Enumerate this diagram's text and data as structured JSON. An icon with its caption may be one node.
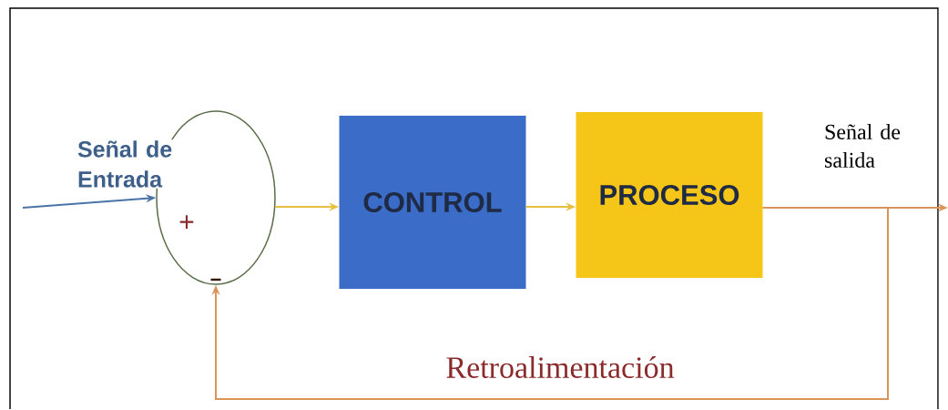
{
  "diagram": {
    "nodes": [
      {
        "text": [
          "+",
          "−"
        ]
      },
      {
        "text": [
          "CONTROL"
        ]
      },
      {
        "text": [
          "PROCESO"
        ]
      }
    ],
    "edges": [
      {
        "from": null,
        "to": 0,
        "arrow": "to",
        "label": "Señal de Entrada",
        "color": "#4a74a8"
      },
      {
        "from": 0,
        "to": 1,
        "arrow": "to",
        "color": "#e8c040"
      },
      {
        "from": 1,
        "to": 2,
        "arrow": "to",
        "color": "#e8c040"
      },
      {
        "from": 2,
        "to": null,
        "arrow": "to",
        "label": "Señal de salida",
        "color": "#d9955a"
      },
      {
        "from": 2,
        "to": 0,
        "arrow": "to",
        "label": "Retroalimentación",
        "color": "#d9955a"
      }
    ]
  }
}
